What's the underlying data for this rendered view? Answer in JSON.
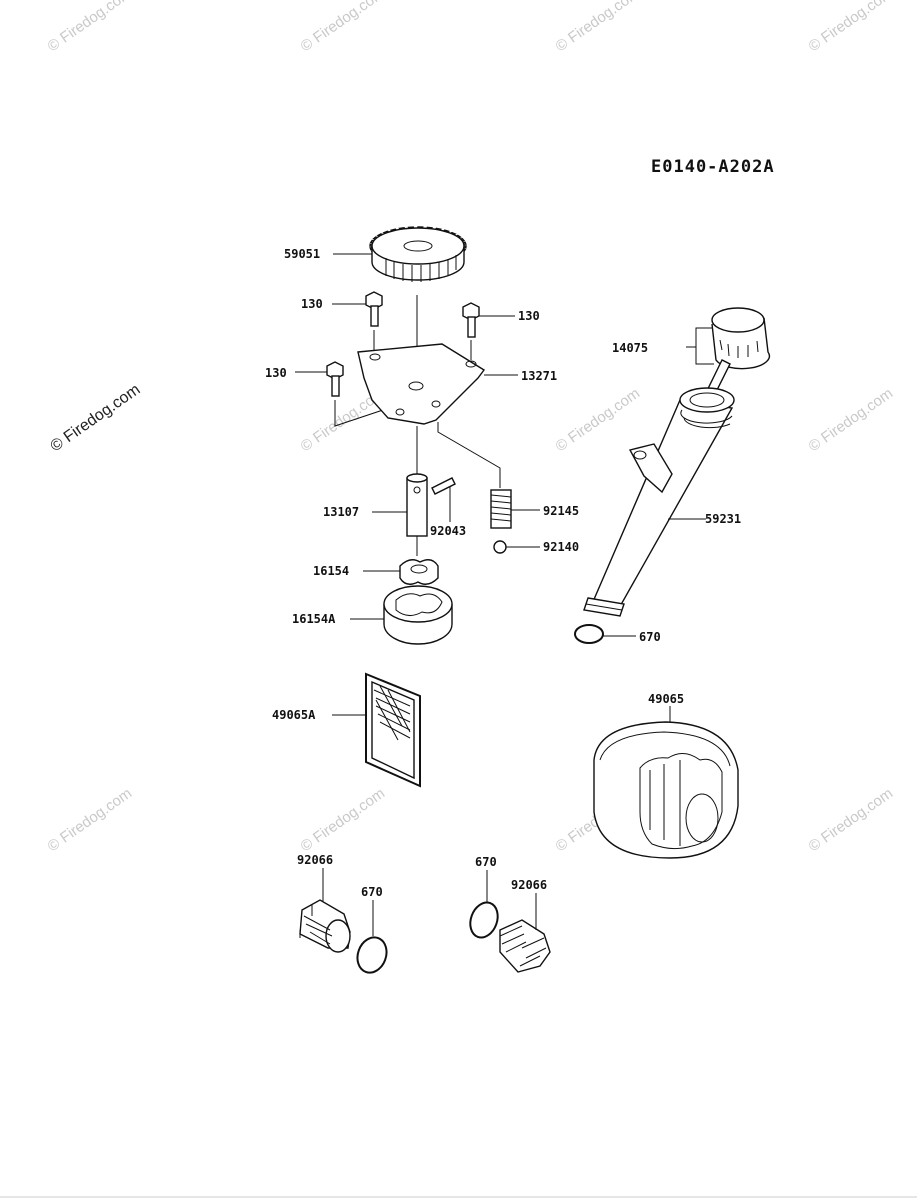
{
  "diagram_code": "E0140-A202A",
  "watermark_text": "© Firedog.com",
  "labels": {
    "gear": "59051",
    "bolt_left_top": "130",
    "bolt_right_top": "130",
    "bolt_left_mid": "130",
    "cover": "13271",
    "dipstick_cap": "14075",
    "oil_tube": "59231",
    "shaft": "13107",
    "pin": "92043",
    "spring": "92145",
    "ball": "92140",
    "inner_rotor": "16154",
    "outer_rotor": "16154A",
    "tube_oring": "670",
    "screen": "49065A",
    "oil_filter": "49065",
    "drain_plug_left": "92066",
    "oring_left": "670",
    "oring_right": "670",
    "drain_plug_right": "92066"
  }
}
